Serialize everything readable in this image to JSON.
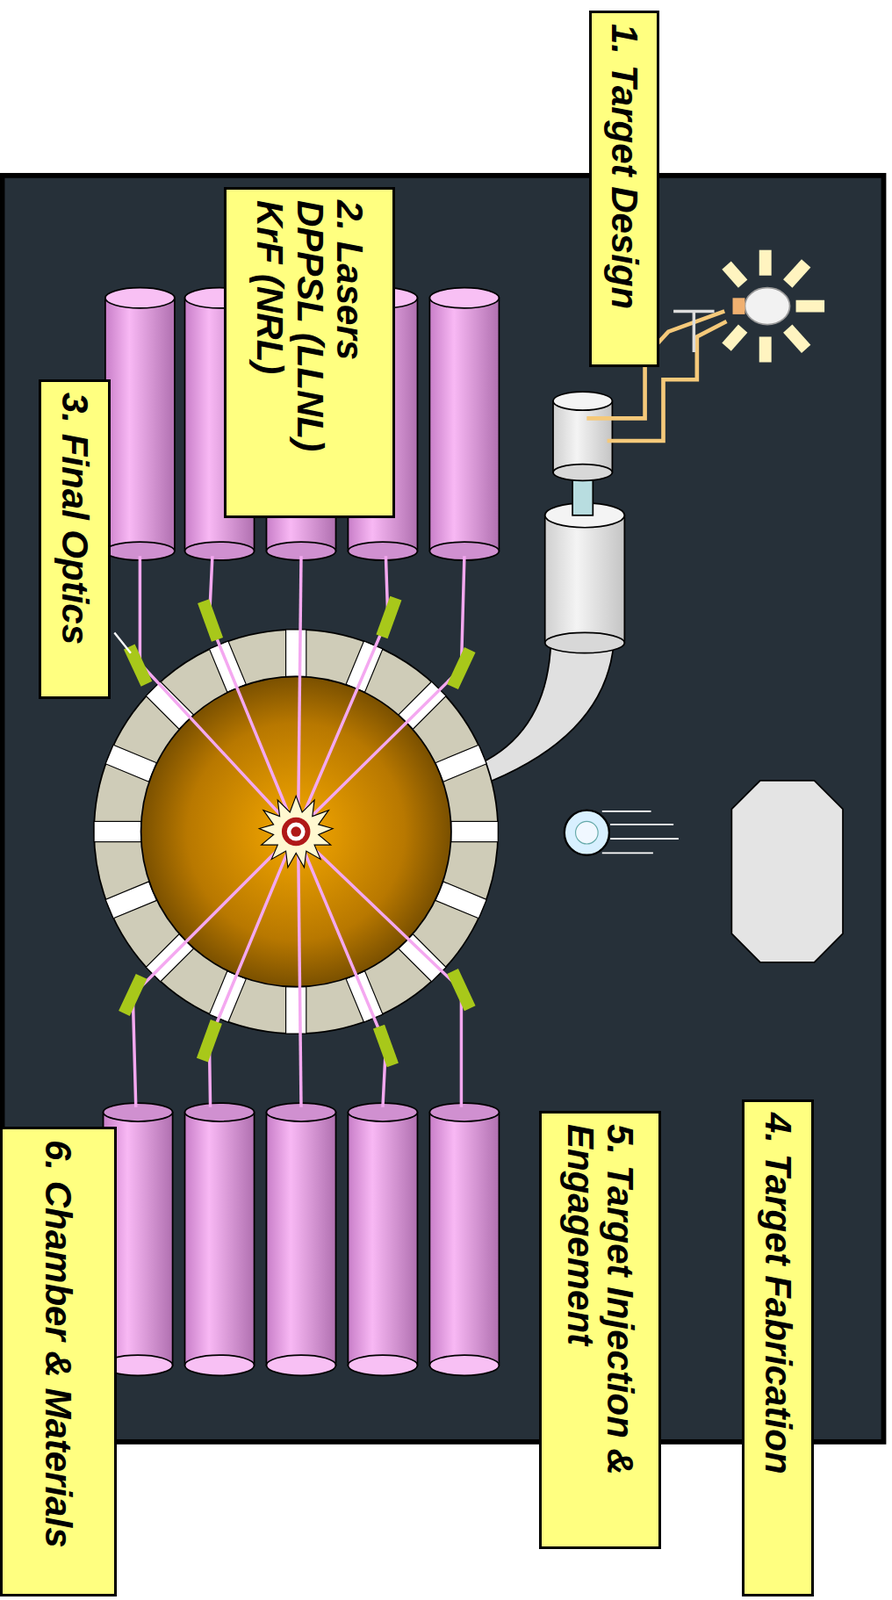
{
  "diagram": {
    "nodes": [
      {
        "text": [
          "1. Target Design"
        ]
      },
      {
        "text": [
          "2. Lasers",
          "DPPSL (LLNL)",
          "KrF (NRL)"
        ]
      },
      {
        "text": [
          "3. Final Optics"
        ]
      },
      {
        "text": [
          "4. Target Fabrication"
        ]
      },
      {
        "text": [
          "5. Target Injection & Engagement"
        ]
      },
      {
        "text": [
          "6. Chamber & Materials"
        ]
      }
    ]
  }
}
